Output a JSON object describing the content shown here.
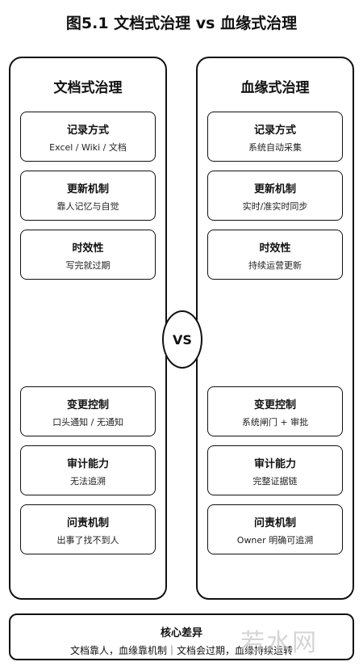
{
  "title": "图5.1 文档式治理 vs 血缘式治理",
  "vs_label": "VS",
  "left": {
    "title": "文档式治理",
    "cards": [
      {
        "title": "记录方式",
        "desc": "Excel / Wiki / 文档"
      },
      {
        "title": "更新机制",
        "desc": "靠人记忆与自觉"
      },
      {
        "title": "时效性",
        "desc": "写完就过期"
      },
      {
        "title": "变更控制",
        "desc": "口头通知 / 无通知"
      },
      {
        "title": "审计能力",
        "desc": "无法追溯"
      },
      {
        "title": "问责机制",
        "desc": "出事了找不到人"
      }
    ]
  },
  "right": {
    "title": "血缘式治理",
    "cards": [
      {
        "title": "记录方式",
        "desc": "系统自动采集"
      },
      {
        "title": "更新机制",
        "desc": "实时/准实时同步"
      },
      {
        "title": "时效性",
        "desc": "持续运营更新"
      },
      {
        "title": "变更控制",
        "desc": "系统闸门 + 审批"
      },
      {
        "title": "审计能力",
        "desc": "完整证据链"
      },
      {
        "title": "问责机制",
        "desc": "Owner 明确可追溯"
      }
    ]
  },
  "summary": {
    "title": "核心差异",
    "text": "文档靠人，血缘靠机制｜文档会过期，血缘持续运转"
  },
  "watermark": "若水网"
}
